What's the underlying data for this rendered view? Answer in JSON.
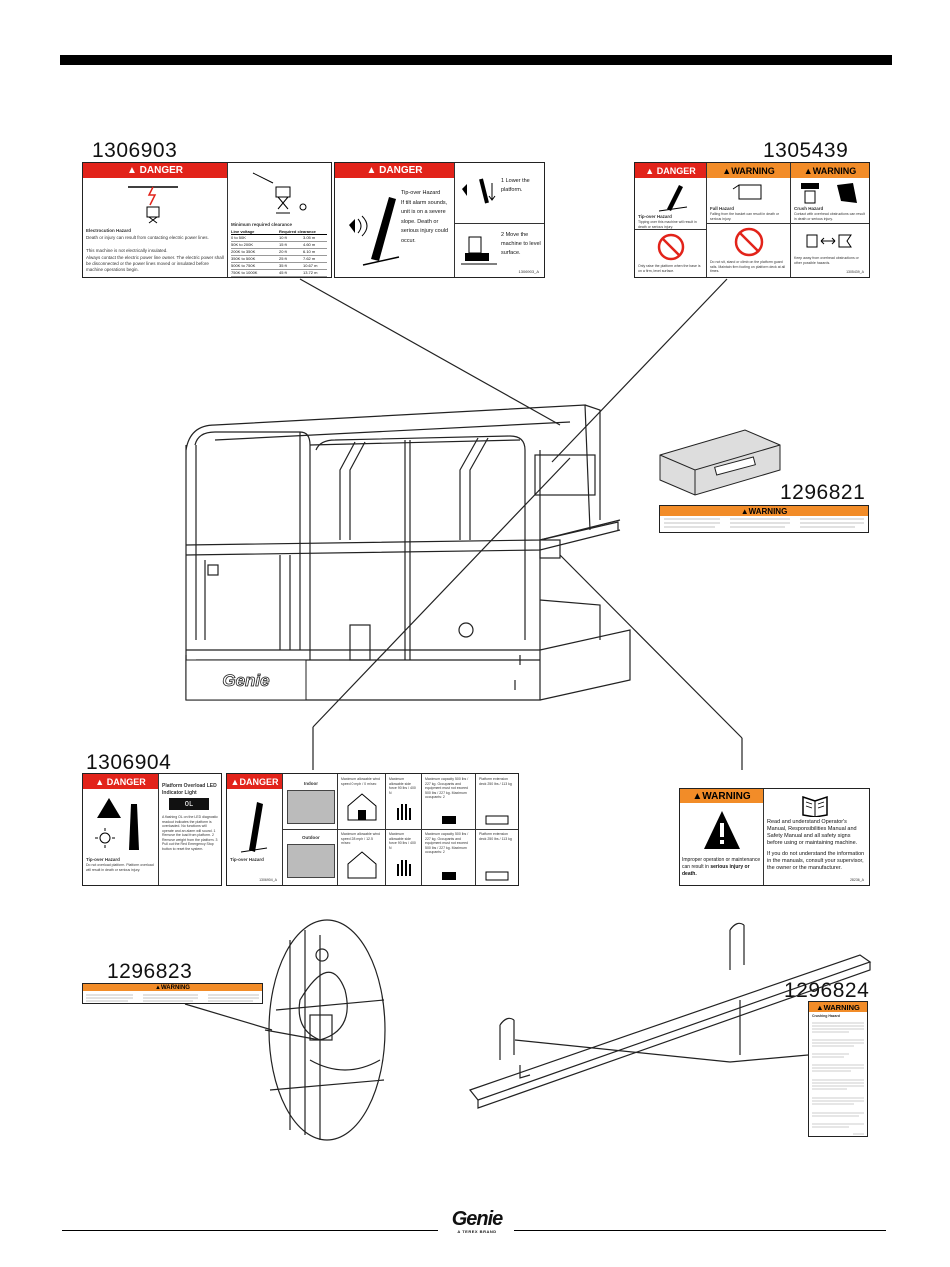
{
  "parts": {
    "p1306903": "1306903",
    "p1305439": "1305439",
    "p1296821": "1296821",
    "p1306904": "1306904",
    "p28236": "28236",
    "p1296823": "1296823",
    "p1296824": "1296824"
  },
  "signal": {
    "danger": "DANGER",
    "warning": "WARNING"
  },
  "decal_1306903": {
    "left_title": "Electrocution Hazard",
    "left_text": "Death or injury can result from contacting electric power lines.",
    "left_text2": "This machine is not electrically insulated.",
    "left_text3": "Always contact the electric power line owner. The electric power shall be disconnected or the power lines moved or insulated before machine operations begin.",
    "table_title": "Minimum required clearance",
    "table_head": [
      "Line voltage",
      "Required clearance"
    ],
    "table_rows": [
      [
        "0 to 50K",
        "10 ft",
        "3.05 m"
      ],
      [
        "50K to 200K",
        "15 ft",
        "4.60 m"
      ],
      [
        "200K to 350K",
        "20 ft",
        "6.10 m"
      ],
      [
        "350K to 500K",
        "25 ft",
        "7.62 m"
      ],
      [
        "500K to 750K",
        "35 ft",
        "10.67 m"
      ],
      [
        "750K to 1000K",
        "45 ft",
        "13.72 m"
      ]
    ],
    "right_title": "Tip-over Hazard",
    "right_text": "If tilt alarm sounds, unit is on a severe slope. Death or serious injury could occur.",
    "step1": "1 Lower the platform.",
    "step2": "2 Move the machine to level surface.",
    "code": "1306903_A"
  },
  "decal_1305439": {
    "tip": "Tip-over Hazard",
    "tip_text": "Tipping over this machine will result in death or serious injury.",
    "tip_low": "Only raise the platform when the base is on a firm, level surface.",
    "fall": "Fall Hazard",
    "fall_text": "Falling from the basket can result in death or serious injury.",
    "fall_low": "Do not sit, stand or climb on the platform guard rails. Maintain firm footing on platform deck at all times.",
    "crush": "Crush Hazard",
    "crush_text": "Contact with overhead obstructions can result in death or serious injury.",
    "crush_low": "Keep away from overhead obstructions or other possible hazards.",
    "code": "1305439_A"
  },
  "decal_1306904": {
    "tip": "Tip-over Hazard",
    "tip_text": "Do not overload platform. Platform overload will result in death or serious injury.",
    "led_title": "Platform Overload LED Indicator Light",
    "led_display": "OL",
    "led_steps": "A flashing OL on the LED diagnostic readout indicates the platform is overloaded. No functions will operate and an alarm will sound. 1 Remove the load from platform. 2 Remove weight from the platform. 3 Pull out the Red Emergency Stop button to reset the system.",
    "indoor": "Indoor",
    "outdoor": "Outdoor",
    "code": "1306904_A",
    "col_wind_in": "Maximum allowable wind speed 0 mph / 0 m/sec",
    "col_force_in": "Maximum allowable side force 90 lbs / 400 N",
    "col_cap_in": "Maximum capacity 500 lbs / 227 kg. Occupants and equipment must not exceed 500 lbs / 227 kg. Maximum occupants: 2",
    "col_deck_in": "Platform extension deck 250 lbs / 113 kg",
    "col_wind_out": "Maximum allowable wind speed 28 mph / 12.5 m/sec",
    "col_force_out": "Maximum allowable side force 90 lbs / 400 N",
    "col_cap_out": "Maximum capacity 500 lbs / 227 kg. Occupants and equipment must not exceed 500 lbs / 227 kg. Maximum occupants: 2",
    "col_deck_out": "Platform extension deck 250 lbs / 113 kg"
  },
  "decal_28236": {
    "left_text_a": "Improper operation or maintenance can result in ",
    "left_text_b": "serious injury or death.",
    "right_text_a": "Read and understand Operator's Manual, Responsibilities Manual and Safety Manual and all safety signs before using or maintaining machine.",
    "right_text_b": "If you do not understand the information in the manuals, consult your supervisor, the owner or the manufacturer.",
    "code": "28236_A"
  },
  "decal_1296824": {
    "title": "Crushing Hazard"
  },
  "footer": {
    "logo": "Genie",
    "tagline": "A TEREX BRAND"
  },
  "platform": {
    "brand": "Genie"
  },
  "colors": {
    "danger": "#e2231a",
    "warning": "#f28c28"
  }
}
